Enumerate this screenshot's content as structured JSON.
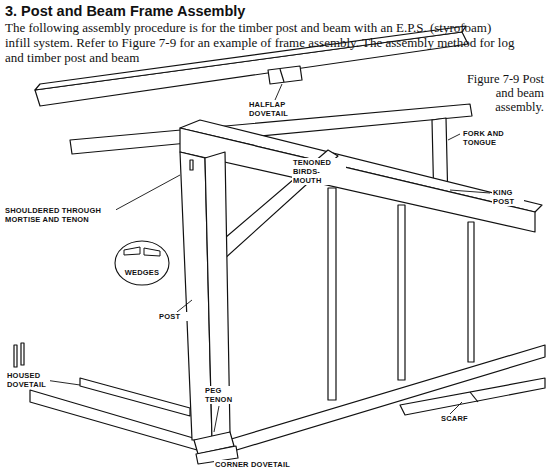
{
  "diagram": {
    "title": "3. Post and Beam Frame Assembly",
    "caption": "Figure 7-9 Post and beam assembly.",
    "nodes": [
      {
        "text": [
          "WEDGES"
        ]
      }
    ],
    "labels": [
      "The following assembly procedure is for the timber post and beam with an E.P.S. (styrofoam) infill system. Refer to Figure 7-9 for an example of frame assembly. The assembly method for log and timber post and beam",
      "HALFLAP DOVETAIL",
      "FORK AND TONGUE",
      "TENONED BIRDS- MOUTH",
      "KING POST",
      "SHOULDERED THROUGH MORTISE AND TENON",
      "POST",
      "HOUSED DOVETAIL",
      "PEG TENON",
      "SCARF",
      "CORNER DOVETAIL"
    ]
  }
}
